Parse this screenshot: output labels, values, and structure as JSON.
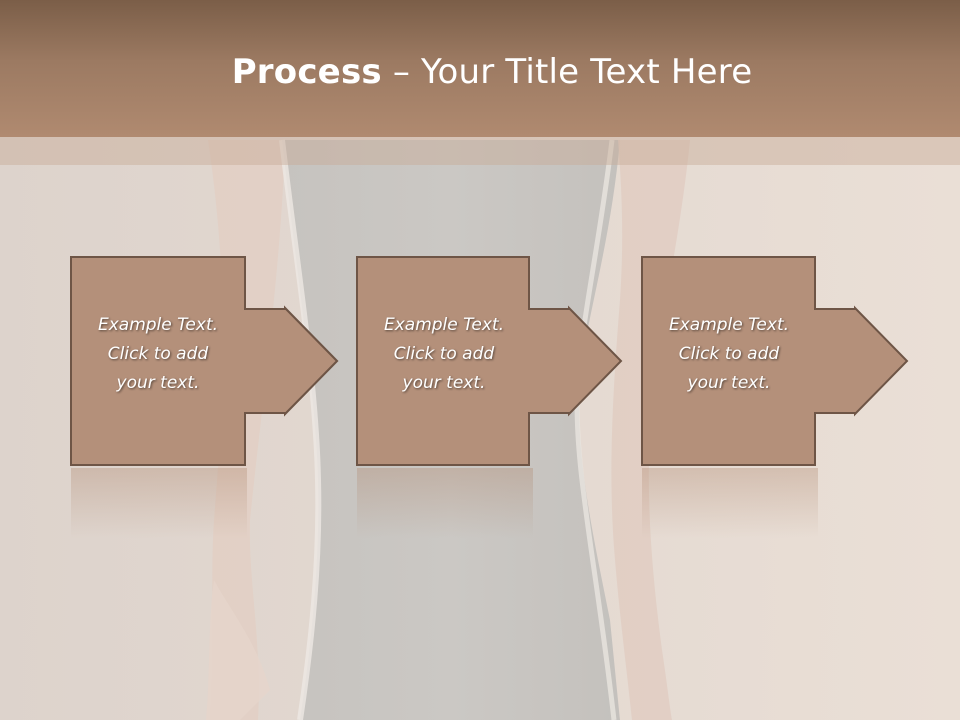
{
  "slide": {
    "title_bold": "Process",
    "title_rest": " – Your Title Text Here"
  },
  "steps": [
    {
      "line1": "Example Text.",
      "line2": "Click  to add",
      "line3": "your text."
    },
    {
      "line1": "Example Text.",
      "line2": "Click  to add",
      "line3": "your text."
    },
    {
      "line1": "Example Text.",
      "line2": "Click  to add",
      "line3": "your text."
    }
  ],
  "colors": {
    "header": "#9c7a62",
    "box_fill": "#b4907a",
    "box_border": "#6e5546",
    "background": "#e4dcd5"
  }
}
